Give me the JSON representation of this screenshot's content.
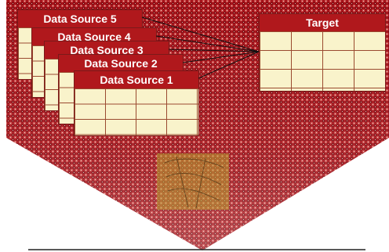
{
  "diagram": {
    "sources": [
      {
        "label": "Data Source 5"
      },
      {
        "label": "Data Source 4"
      },
      {
        "label": "Data Source 3"
      },
      {
        "label": "Data Source 2"
      },
      {
        "label": "Data Source 1"
      }
    ],
    "target": {
      "label": "Target"
    },
    "colors": {
      "funnel": "#9a0d12",
      "funnel_light": "#d98a8a",
      "header": "#b0181c",
      "cell": "#f9f3cb",
      "center_mark": "#b8a232"
    }
  }
}
